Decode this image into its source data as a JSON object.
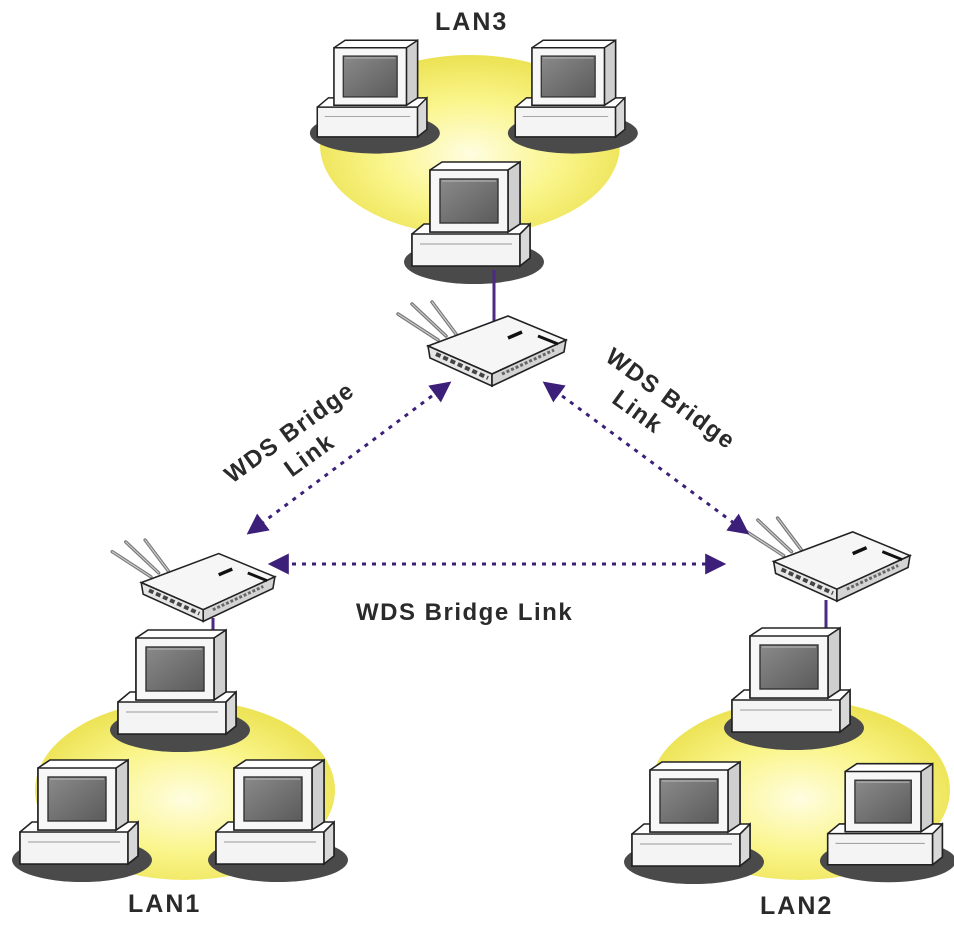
{
  "lans": {
    "lan3": {
      "label": "LAN3"
    },
    "lan1": {
      "label": "LAN1"
    },
    "lan2": {
      "label": "LAN2"
    }
  },
  "links": {
    "left": {
      "line1": "WDS Bridge",
      "line2": "Link"
    },
    "right": {
      "line1": "WDS Bridge",
      "line2": "Link"
    },
    "bottom": {
      "label": "WDS Bridge Link"
    }
  },
  "colors": {
    "lan_glow": "#f5f06a",
    "link_line": "#3c1f78",
    "cable": "#4b2a86",
    "shadow": "#4a4a4a"
  },
  "icons": {
    "computer": "desktop-computer-icon",
    "router": "wireless-router-icon"
  }
}
